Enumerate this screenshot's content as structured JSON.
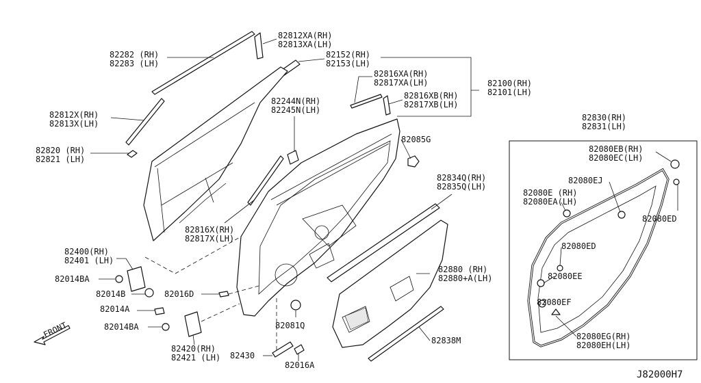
{
  "diagram_id": "J82000H7",
  "front_indicator": "FRONT",
  "labels": {
    "l_82812xa": [
      "82812XA(RH)",
      "82813XA(LH)"
    ],
    "l_82282": [
      "82282 (RH)",
      "82283 (LH)"
    ],
    "l_82152": [
      "82152(RH)",
      "82153(LH)"
    ],
    "l_82816xa": [
      "82816XA(RH)",
      "82817XA(LH)"
    ],
    "l_82100": [
      "82100(RH)",
      "82101(LH)"
    ],
    "l_82816xb": [
      "82816XB(RH)",
      "82817XB(LH)"
    ],
    "l_82812x": [
      "82812X(RH)",
      "82813X(LH)"
    ],
    "l_82244n": [
      "82244N(RH)",
      "82245N(LH)"
    ],
    "l_82820": [
      "82820 (RH)",
      "82821 (LH)"
    ],
    "l_82085g": [
      "82085G"
    ],
    "l_82834q": [
      "82834Q(RH)",
      "82835Q(LH)"
    ],
    "l_82816x": [
      "82816X(RH)",
      "82817X(LH)"
    ],
    "l_82400": [
      "82400(RH)",
      "82401 (LH)"
    ],
    "l_82014ba_1": [
      "82014BA"
    ],
    "l_82014b": [
      "82014B"
    ],
    "l_82016d": [
      "82016D"
    ],
    "l_82014a": [
      "82014A"
    ],
    "l_82014ba_2": [
      "82014BA"
    ],
    "l_82880": [
      "82880 (RH)",
      "82880+A(LH)"
    ],
    "l_82081q": [
      "82081Q"
    ],
    "l_82838m": [
      "82838M"
    ],
    "l_82420": [
      "82420(RH)",
      "82421 (LH)"
    ],
    "l_82430": [
      "82430"
    ],
    "l_82016a": [
      "82016A"
    ],
    "l_82830": [
      "82830(RH)",
      "82831(LH)"
    ],
    "l_82080eb": [
      "82080EB(RH)",
      "82080EC(LH)"
    ],
    "l_82080ej": [
      "82080EJ"
    ],
    "l_82080e": [
      "82080E (RH)",
      "82080EA(LH)"
    ],
    "l_82080ed_1": [
      "82080ED"
    ],
    "l_82080ed_2": [
      "82080ED"
    ],
    "l_82080ee": [
      "82080EE"
    ],
    "l_82080ef": [
      "82080EF"
    ],
    "l_82080eg": [
      "82080EG(RH)",
      "82080EH(LH)"
    ]
  }
}
